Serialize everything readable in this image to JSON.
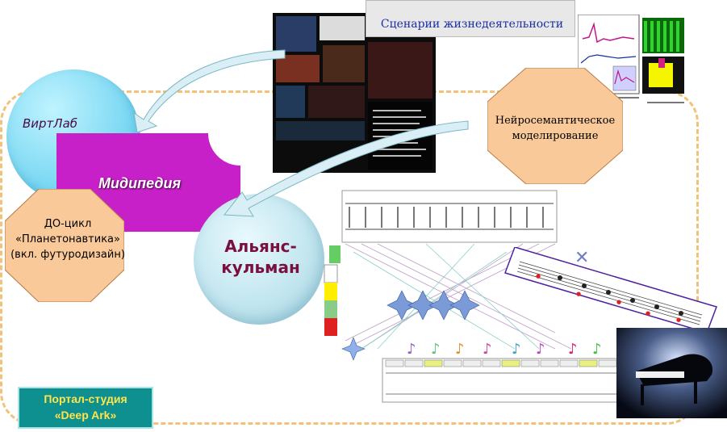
{
  "nodes": {
    "virtlab": "ВиртЛаб",
    "midipedia": "Мидипедия",
    "docycle": {
      "line1": "ДО-цикл",
      "line2": "«Планетонавтика»",
      "line3": "(вкл. футуродизайн)"
    },
    "alliance": {
      "line1": "Альянс-",
      "line2": "кульман"
    },
    "scenario": "Сценарии жизнедеятельности",
    "neuro": {
      "line1": "Нейросемантическое",
      "line2": "моделирование"
    },
    "portal": {
      "line1": "Портал-студия",
      "line2": "«Deep Ark»"
    }
  },
  "colors": {
    "virtlab": "#6fd3f0",
    "midipedia": "#c820c8",
    "octagon": "#f9c99a",
    "alliance": "#bfe4ee",
    "portal": "#0f9090",
    "portal_text": "#ffe44a",
    "border": "#f3c27a"
  },
  "icons": [
    "curved-arrow-icon",
    "curved-arrow-icon",
    "piano-icon",
    "sparkle-icon"
  ]
}
